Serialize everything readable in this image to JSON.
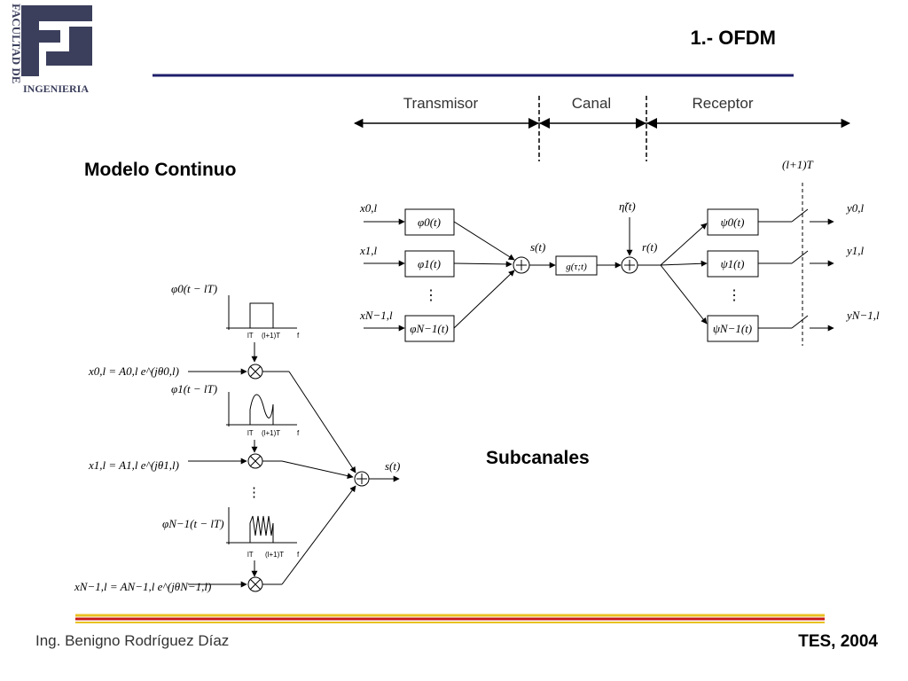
{
  "title": "1.-  OFDM",
  "logo": {
    "line1": "FACULTAD DE",
    "line2": "INGENIERIA"
  },
  "headings": {
    "continuous_model": "Modelo Continuo",
    "subchannels": "Subcanales"
  },
  "sections": {
    "transmitter": "Transmisor",
    "channel": "Canal",
    "receiver": "Receptor"
  },
  "block": {
    "sampling_label": "(l+1)T",
    "inputs": [
      "x0,l",
      "x1,l",
      "xN−1,l"
    ],
    "tx_filters": [
      "φ0(t)",
      "φ1(t)",
      "φN−1(t)"
    ],
    "signal": "s(t)",
    "channel_filter": "g(τ;t)",
    "noise": "η̃(t)",
    "received": "r(t)",
    "rx_filters": [
      "ψ0(t)",
      "ψ1(t)",
      "ψN−1(t)"
    ],
    "outputs": [
      "y0,l",
      "y1,l",
      "yN−1,l"
    ]
  },
  "sub": {
    "pulses": [
      "φ0(t − lT)",
      "φ1(t − lT)",
      "φN−1(t − lT)"
    ],
    "tick_lt": "lT",
    "tick_l1t": "(l+1)T",
    "tick_f": "f",
    "symbols": [
      "x0,l = A0,l e^(jθ0,l)",
      "x1,l = A1,l e^(jθ1,l)",
      "xN−1,l = AN−1,l e^(jθN−1,l)"
    ],
    "output": "s(t)"
  },
  "footer": {
    "author": "Ing. Benigno Rodríguez Díaz",
    "event": "TES, 2004"
  },
  "colors": {
    "rule_navy": "#1f1f6b",
    "rule_red": "#c81818",
    "rule_yellow": "#e8c020",
    "logo": "#3b3f5c"
  }
}
